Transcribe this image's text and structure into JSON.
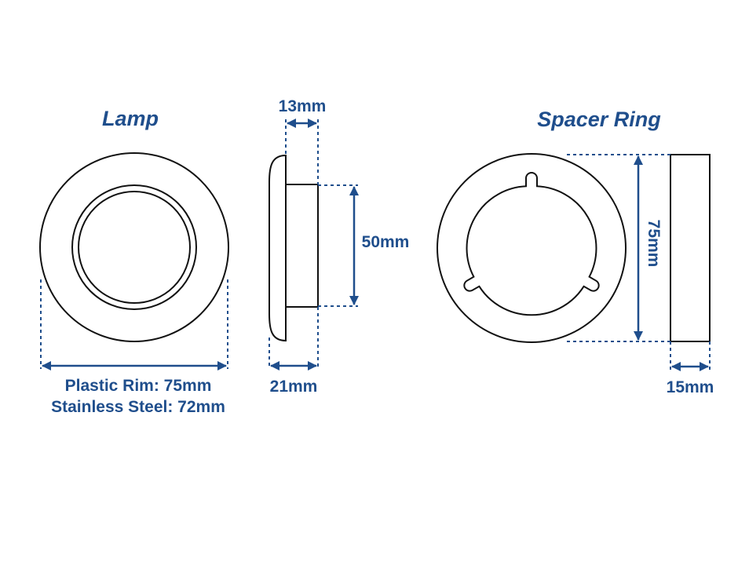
{
  "lamp": {
    "title": "Lamp",
    "front_label_line1": "Plastic Rim: 75mm",
    "front_label_line2": "Stainless Steel: 72mm",
    "side_top_dim": "13mm",
    "side_height_dim": "50mm",
    "side_bottom_dim": "21mm"
  },
  "spacer": {
    "title": "Spacer Ring",
    "height_dim": "75mm",
    "width_dim": "15mm"
  },
  "colors": {
    "accent": "#1f4e8c",
    "outline": "#111111"
  }
}
